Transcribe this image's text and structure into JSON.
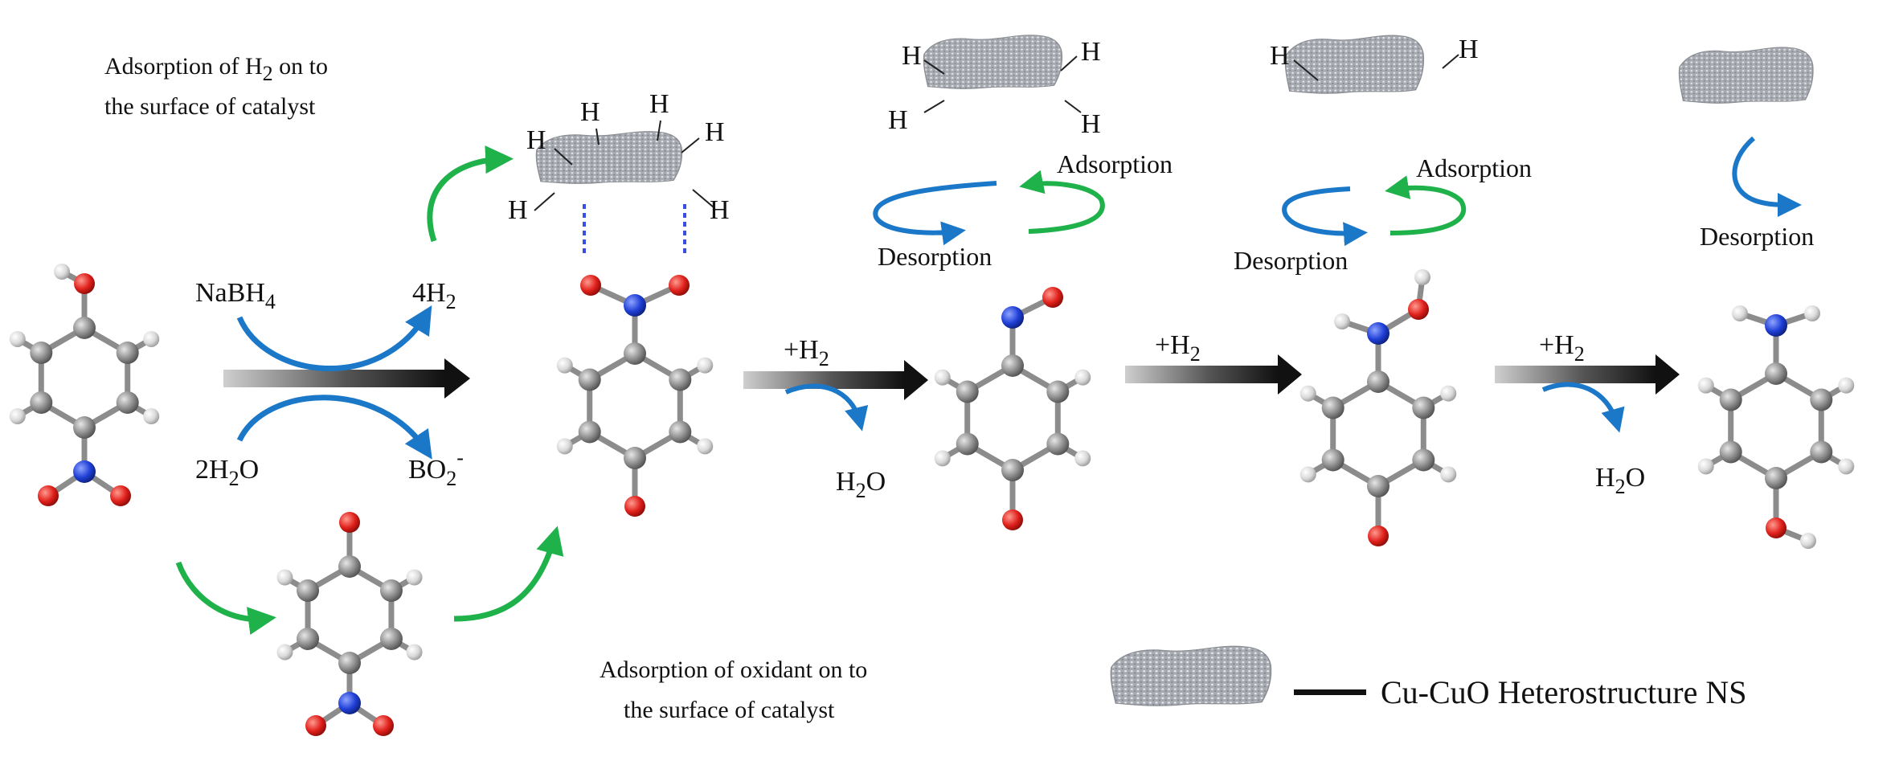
{
  "captions": {
    "adsorption_h2_line1": "Adsorption of H",
    "adsorption_h2_sub": "2",
    "adsorption_h2_line1_end": " on to",
    "adsorption_h2_line2": "the surface of catalyst",
    "adsorption_oxidant_line1": "Adsorption of oxidant on to",
    "adsorption_oxidant_line2": "the surface of catalyst"
  },
  "reagents": {
    "nabh4": "NaBH",
    "nabh4_sub": "4",
    "h2o_2": "2H",
    "h2o_2_sub": "2",
    "h2o_2_end": "O",
    "h2_4": "4H",
    "h2_4_sub": "2",
    "bo2": "BO",
    "bo2_sub": "2",
    "bo2_sup": "-"
  },
  "steps": {
    "plus_h2": "+H",
    "plus_h2_sub": "2",
    "h2o": "H",
    "h2o_sub": "2",
    "h2o_end": "O"
  },
  "cycle": {
    "adsorption": "Adsorption",
    "desorption": "Desorption"
  },
  "atoms": {
    "h": "H"
  },
  "legend": {
    "label": "Cu-CuO Heterostructure NS"
  },
  "colors": {
    "carbon": "#8c8c8c",
    "hydrogen": "#d9d9d9",
    "oxygen": "#e0201b",
    "nitrogen": "#1f3fd6",
    "arrow_blue": "#1b78c8",
    "arrow_green": "#1fb14a",
    "catalyst": "#a3a6ab",
    "arrow_dark": "#111111"
  }
}
